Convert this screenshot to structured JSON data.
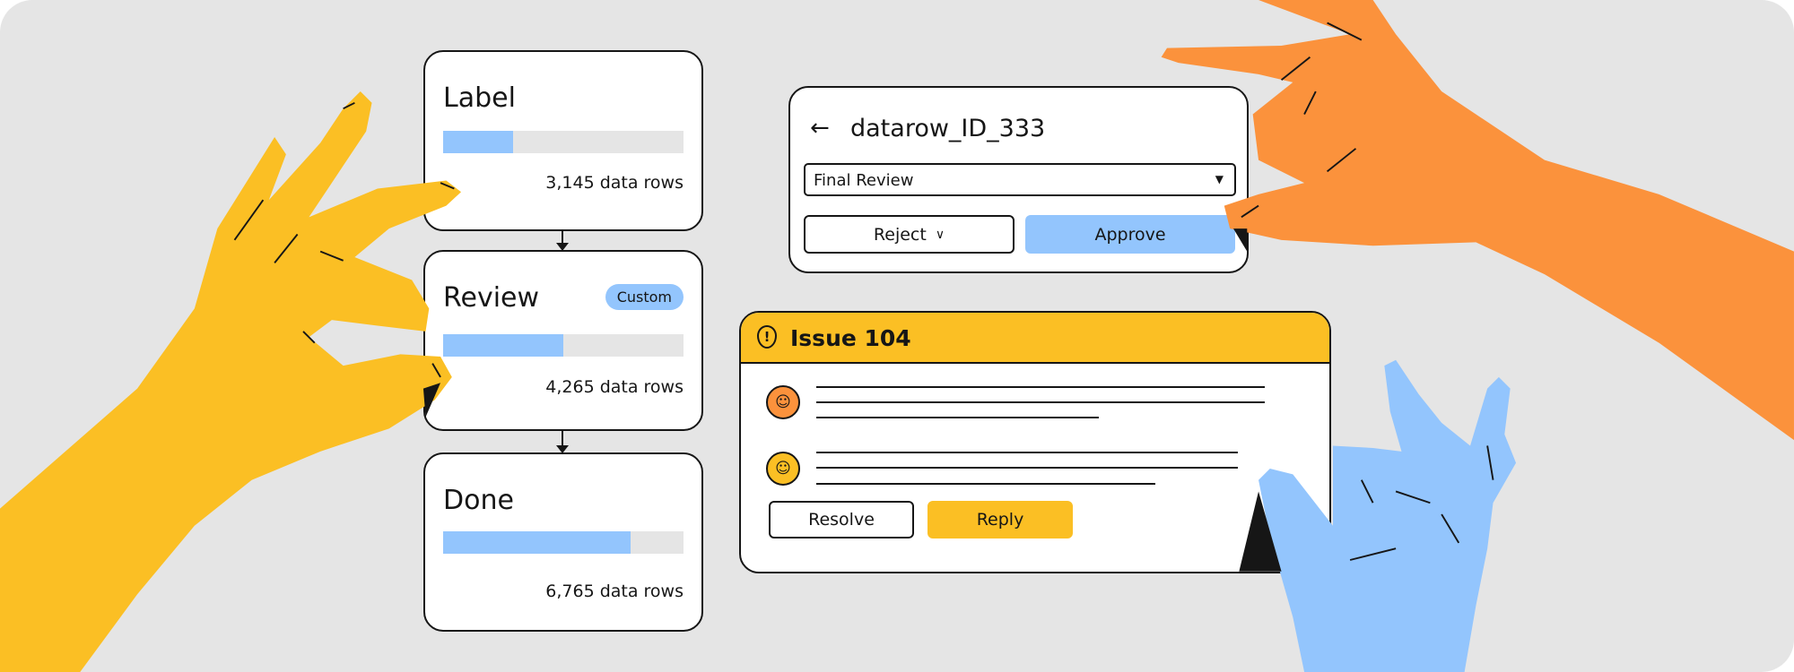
{
  "stages": [
    {
      "title": "Label",
      "rows": "3,145 data rows",
      "progress": 0.29
    },
    {
      "title": "Review",
      "badge": "Custom",
      "rows": "4,265 data rows",
      "progress": 0.5
    },
    {
      "title": "Done",
      "rows": "6,765 data rows",
      "progress": 0.78
    }
  ],
  "datarow": {
    "title": "datarow_ID_333",
    "back_icon": "arrow-left",
    "status_select": "Final Review",
    "reject_label": "Reject",
    "approve_label": "Approve"
  },
  "issue": {
    "title": "Issue 104",
    "icon": "alert-pin",
    "resolve_label": "Resolve",
    "reply_label": "Reply"
  },
  "colors": {
    "yellow": "#fbbf24",
    "orange": "#fb923c",
    "blue": "#93c5fd",
    "background": "#e5e5e5"
  }
}
